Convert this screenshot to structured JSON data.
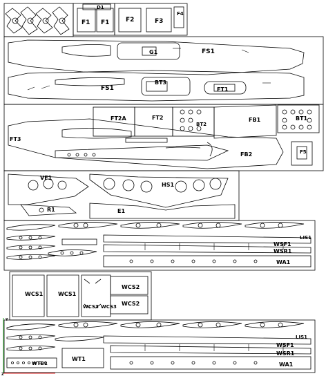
{
  "labels": {
    "f1": "F1",
    "f1_second": "F1",
    "f2": "F2",
    "f3": "F3",
    "f4": "F4",
    "d1": "D1",
    "fs1_top": "FS1",
    "g1": "G1",
    "fs1_bottom": "FS1",
    "bt3": "BT3",
    "ft1": "FT1",
    "ft2a": "FT2A",
    "ft2": "FT2",
    "bt2": "BT2",
    "fb1": "FB1",
    "bt1": "BT1",
    "ft3": "FT3",
    "fb2": "FB2",
    "f5": "F5",
    "vf1": "VF1",
    "hs1": "HS1",
    "r1": "R1",
    "e1": "E1",
    "lis1_top": "LIS1",
    "wsf1_top": "WSF1",
    "wsr1_top": "WSR1",
    "wa1_top": "WA1",
    "wcs1_a": "WCS1",
    "wcs1_b": "WCS1",
    "wcs3_a": "WCS3",
    "wcs3_b": "WCS3",
    "wcs2_a": "WCS2",
    "wcs2_b": "WCS2",
    "lis1_bottom": "LIS1",
    "wsf1_bottom": "WSF1",
    "wsr1_bottom": "WSR1",
    "wa1_bottom": "WA1",
    "wt1": "WT1",
    "wtb1": "WTB1",
    "axis_y": "Y",
    "axis_x": "Z"
  },
  "colors": {
    "line": "#000000",
    "paper": "#ffffff",
    "axis_x": "#e02020",
    "axis_y": "#20a020"
  }
}
